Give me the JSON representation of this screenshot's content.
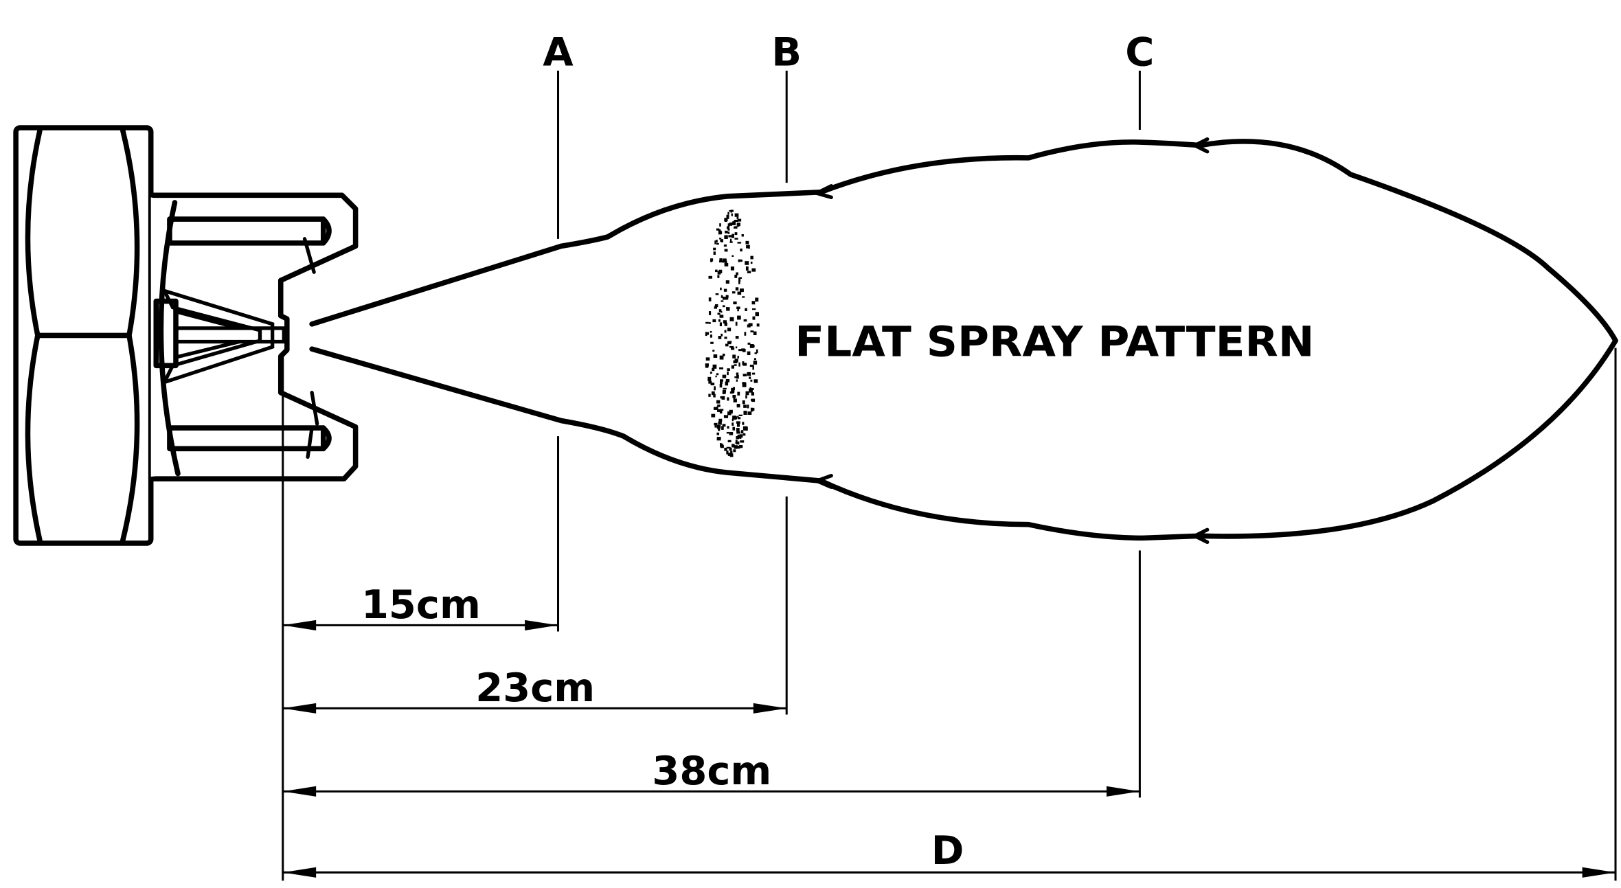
{
  "figure": {
    "section_labels": {
      "a": "A",
      "b": "B",
      "c": "C"
    },
    "pattern_label": "FLAT SPRAY PATTERN",
    "dimensions": {
      "a": "15cm",
      "b": "23cm",
      "c": "38cm",
      "d": "D"
    },
    "colors": {
      "ink": "#000000",
      "paper": "#ffffff"
    }
  }
}
